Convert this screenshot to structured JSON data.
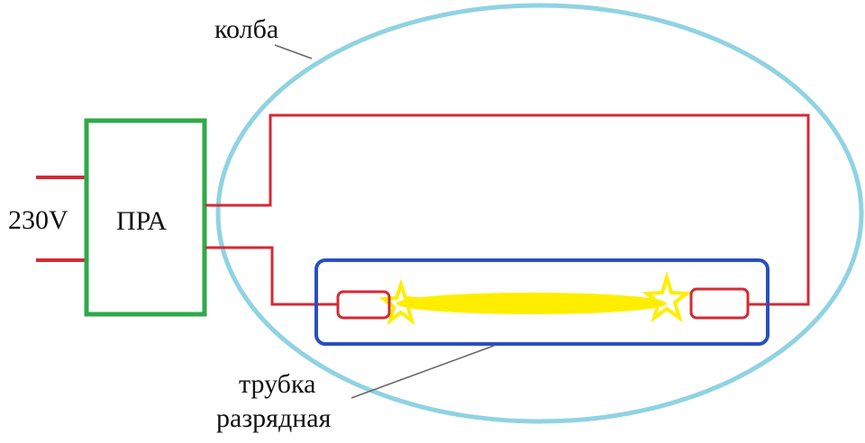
{
  "labels": {
    "bulb": "колба",
    "voltage": "230V",
    "ballast": "ПРА",
    "tube_line1": "трубка",
    "tube_line2": "разрядная"
  },
  "colors": {
    "bulb": "#8fd3e2",
    "ballast": "#2eaa4a",
    "wire": "#d42a35",
    "tube": "#2a4fc0",
    "arc": "#ffee00"
  }
}
